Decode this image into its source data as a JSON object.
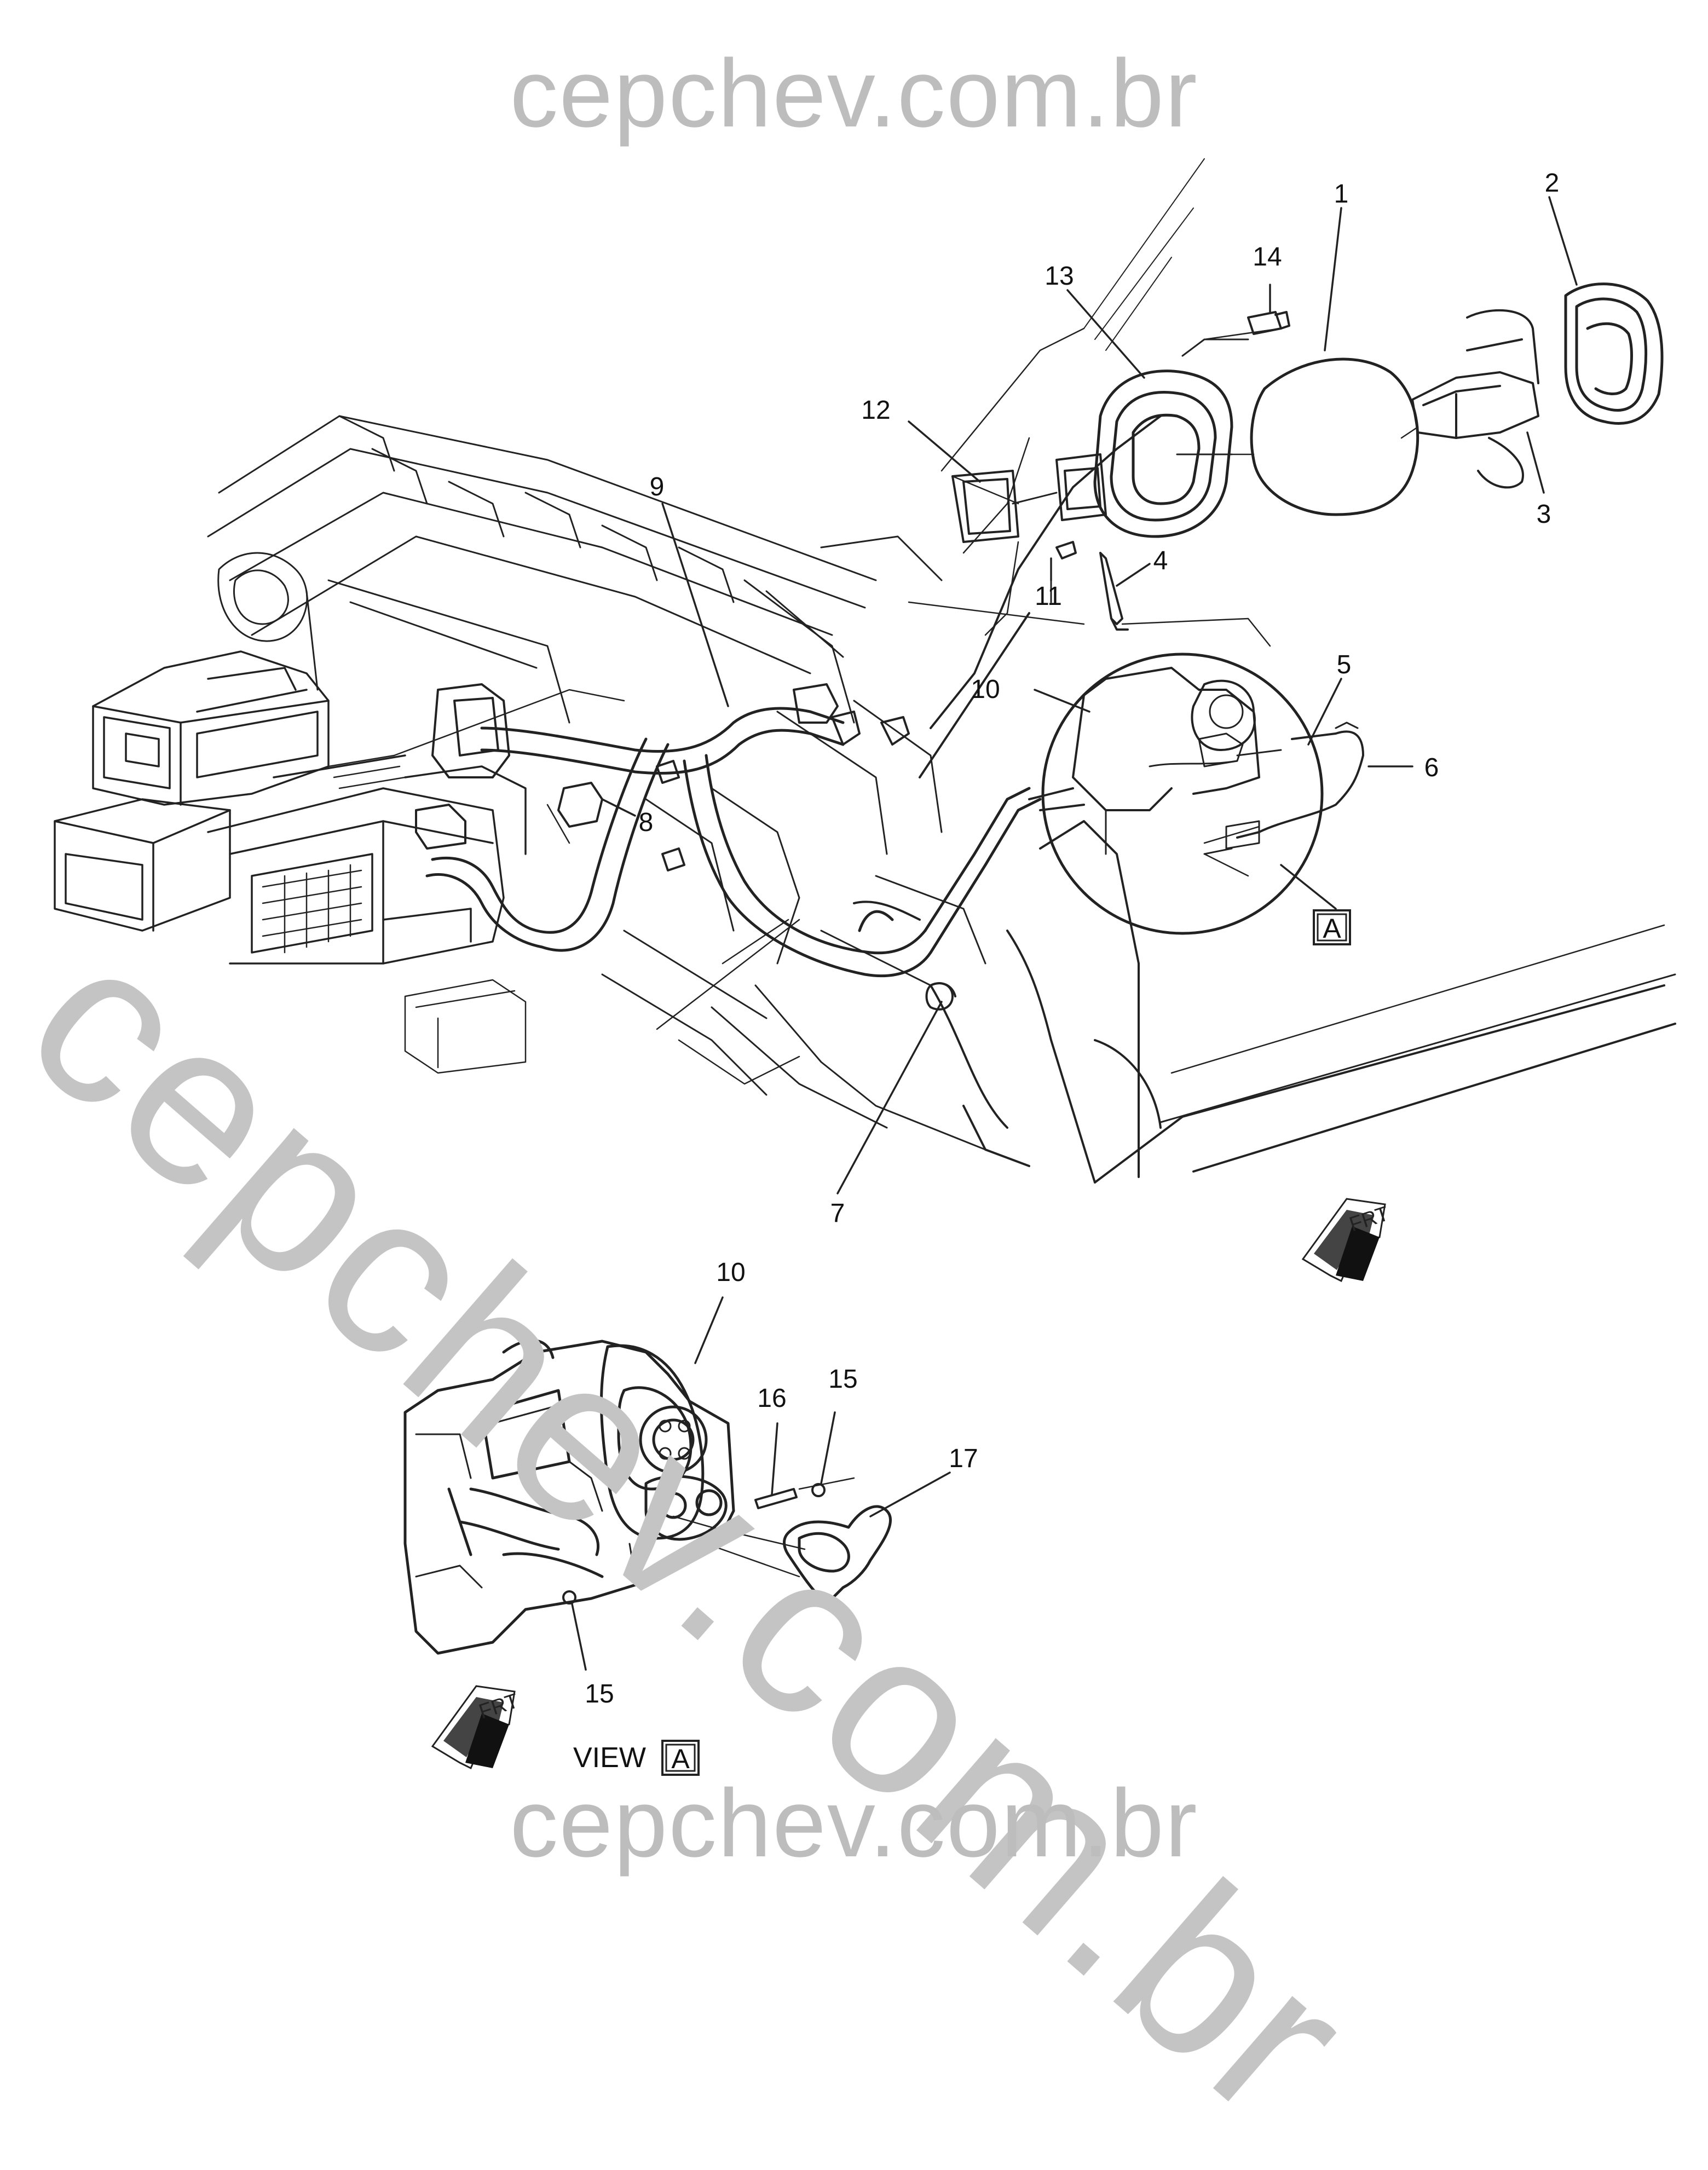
{
  "watermark": {
    "top": "cepchev.com.br",
    "bottom": "cepchev.com.br",
    "diagonal": "cepchev.com.br"
  },
  "callouts": {
    "c1": "1",
    "c2": "2",
    "c3": "3",
    "c4": "4",
    "c5": "5",
    "c6": "6",
    "c7": "7",
    "c8": "8",
    "c9": "9",
    "c10": "10",
    "c11": "11",
    "c12": "12",
    "c13": "13",
    "c14": "14",
    "c10b": "10",
    "c15a": "15",
    "c15b": "15",
    "c16": "16",
    "c17": "17"
  },
  "view_ref_box": "A",
  "view_label": {
    "text": "VIEW",
    "box": "A"
  },
  "frt_main": "FRT",
  "frt_view": "FRT"
}
